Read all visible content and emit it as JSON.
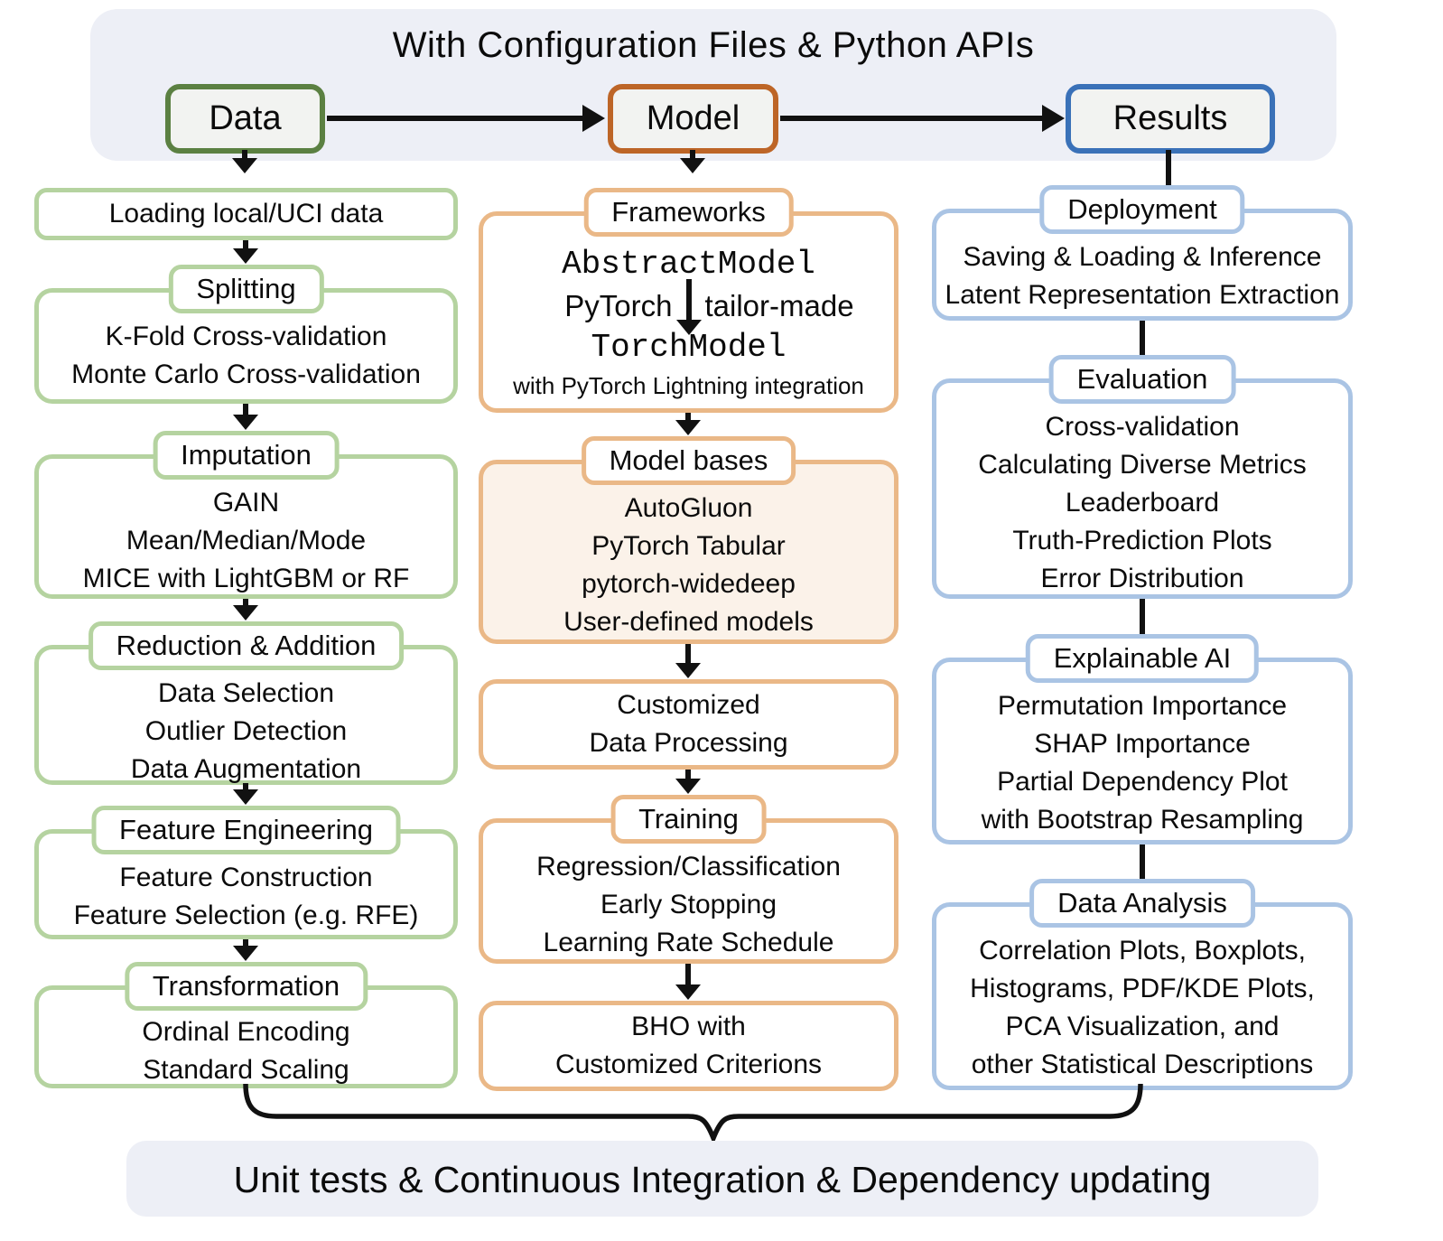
{
  "header": {
    "title": "With Configuration Files & Python APIs",
    "data_label": "Data",
    "model_label": "Model",
    "results_label": "Results"
  },
  "footer": {
    "label": "Unit tests & Continuous Integration & Dependency updating"
  },
  "data_column": {
    "loading": {
      "line1": "Loading local/UCI data"
    },
    "splitting": {
      "title": "Splitting",
      "line1": "K-Fold Cross-validation",
      "line2": "Monte Carlo Cross-validation"
    },
    "imputation": {
      "title": "Imputation",
      "line1": "GAIN",
      "line2": "Mean/Median/Mode",
      "line3": "MICE with LightGBM or RF"
    },
    "reduction": {
      "title": "Reduction & Addition",
      "line1": "Data Selection",
      "line2": "Outlier Detection",
      "line3": "Data Augmentation"
    },
    "feature_engineering": {
      "title": "Feature Engineering",
      "line1": "Feature Construction",
      "line2": "Feature Selection (e.g. RFE)"
    },
    "transformation": {
      "title": "Transformation",
      "line1": "Ordinal Encoding",
      "line2": "Standard Scaling"
    }
  },
  "model_column": {
    "frameworks": {
      "title": "Frameworks",
      "abstract_model": "AbstractModel",
      "pytorch": "PyTorch",
      "tailor_made": "tailor-made",
      "torch_model": "TorchModel",
      "note": "with PyTorch Lightning integration"
    },
    "model_bases": {
      "title": "Model bases",
      "line1": "AutoGluon",
      "line2": "PyTorch Tabular",
      "line3": "pytorch-widedeep",
      "line4": "User-defined models"
    },
    "processing": {
      "line1": "Customized",
      "line2": "Data Processing"
    },
    "training": {
      "title": "Training",
      "line1": "Regression/Classification",
      "line2": "Early Stopping",
      "line3": "Learning Rate Schedule"
    },
    "bho": {
      "line1": "BHO with",
      "line2": "Customized Criterions"
    }
  },
  "results_column": {
    "deployment": {
      "title": "Deployment",
      "line1": "Saving & Loading & Inference",
      "line2": "Latent Representation Extraction"
    },
    "evaluation": {
      "title": "Evaluation",
      "line1": "Cross-validation",
      "line2": "Calculating Diverse Metrics",
      "line3": "Leaderboard",
      "line4": "Truth-Prediction Plots",
      "line5": "Error Distribution"
    },
    "explainable_ai": {
      "title": "Explainable AI",
      "line1": "Permutation Importance",
      "line2": "SHAP Importance",
      "line3": "Partial Dependency Plot",
      "line4": "with Bootstrap Resampling"
    },
    "data_analysis": {
      "title": "Data Analysis",
      "line1": "Correlation Plots, Boxplots,",
      "line2": "Histograms, PDF/KDE Plots,",
      "line3": "PCA Visualization, and",
      "line4": "other Statistical Descriptions"
    }
  },
  "colors": {
    "data_accent": "#5b8042",
    "model_accent": "#bd6527",
    "results_accent": "#3a71b8",
    "data_light": "#b5d3a0",
    "model_light": "#eab887",
    "results_light": "#aac4e4",
    "band_background": "#edeff6",
    "model_bases_fill": "#fbf2e9",
    "connector": "#111111"
  }
}
